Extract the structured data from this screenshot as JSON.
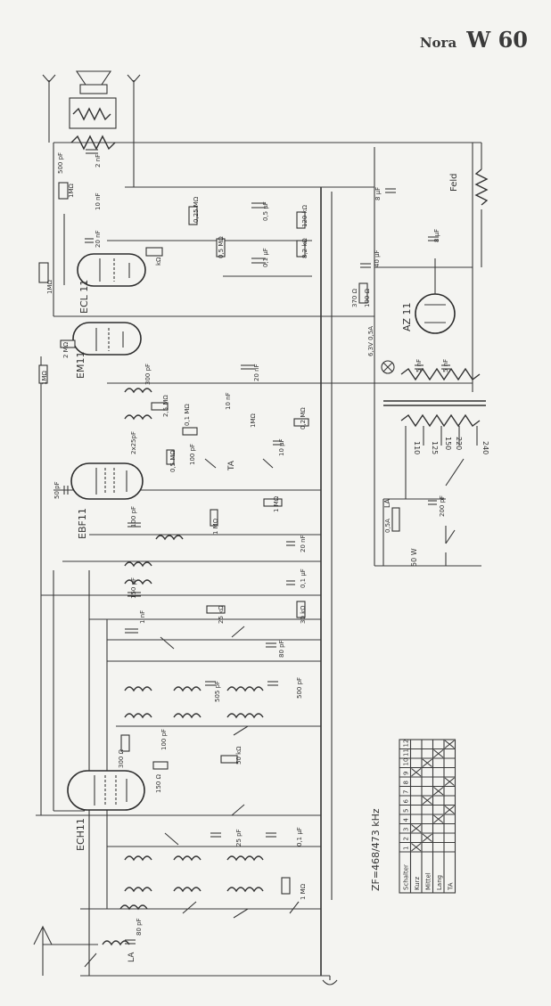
{
  "header": {
    "brand": "Nora",
    "model": "W 60"
  },
  "tubes": [
    {
      "id": "ecl",
      "label": "ECL 11"
    },
    {
      "id": "em",
      "label": "EM11"
    },
    {
      "id": "ebf",
      "label": "EBF11"
    },
    {
      "id": "ech",
      "label": "ECH11"
    },
    {
      "id": "az",
      "label": "AZ 11"
    }
  ],
  "labels": {
    "if_freq": "ZF=468/473 kHz",
    "feld": "Feld",
    "power": "50 W",
    "ta": "TA",
    "la": "LA",
    "fuse": "0,5A",
    "lamp": "6,3V 0,5A",
    "mains_taps": [
      "110",
      "125",
      "150",
      "220",
      "240"
    ]
  },
  "components": [
    "500 pF",
    "1MΩ",
    "2 nF",
    "10 nF",
    "20 nF",
    "1MΩ",
    "kΩ",
    "0,25 MΩ",
    "0,5 µF",
    "120 kΩ",
    "0,1 µF",
    "8,2 kΩ",
    "0,5 MΩ",
    "8 µF",
    "40 µF",
    "370 Ω",
    "100 Ω",
    "8 µF",
    "2 MΩ",
    "1MΩ",
    "300 pF",
    "20 nF",
    "2,5 MΩ",
    "0,1 MΩ",
    "10 nF",
    "1MΩ",
    "0,2 MΩ",
    "10 µF",
    "0,5 MΩ",
    "100 pF",
    "2x25pF",
    "50 pF",
    "1 MΩ",
    "100 pF",
    "1 MΩ",
    "20 nF",
    "150 pF",
    "0,1 µF",
    "30 kΩ",
    "25 kΩ",
    "1 nF",
    "80 pF",
    "505 pF",
    "500 pF",
    "300 Ω",
    "50 kΩ",
    "150 Ω",
    "100 pF",
    "25 pF",
    "0,1 µF",
    "1 MΩ",
    "200 pF",
    "5 nF",
    "5 nF",
    "80 pF"
  ],
  "switch_table": {
    "header_row": [
      "Schalter",
      "1",
      "2",
      "3",
      "4",
      "5",
      "6",
      "7",
      "8",
      "9",
      "10",
      "11",
      "12"
    ],
    "rows": [
      {
        "label": "Kurz",
        "marks": [
          1,
          3,
          9
        ]
      },
      {
        "label": "Mittel",
        "marks": [
          2,
          6,
          10
        ]
      },
      {
        "label": "Lang",
        "marks": [
          4,
          7,
          11
        ]
      },
      {
        "label": "TA",
        "marks": [
          5,
          8,
          12
        ]
      }
    ]
  }
}
